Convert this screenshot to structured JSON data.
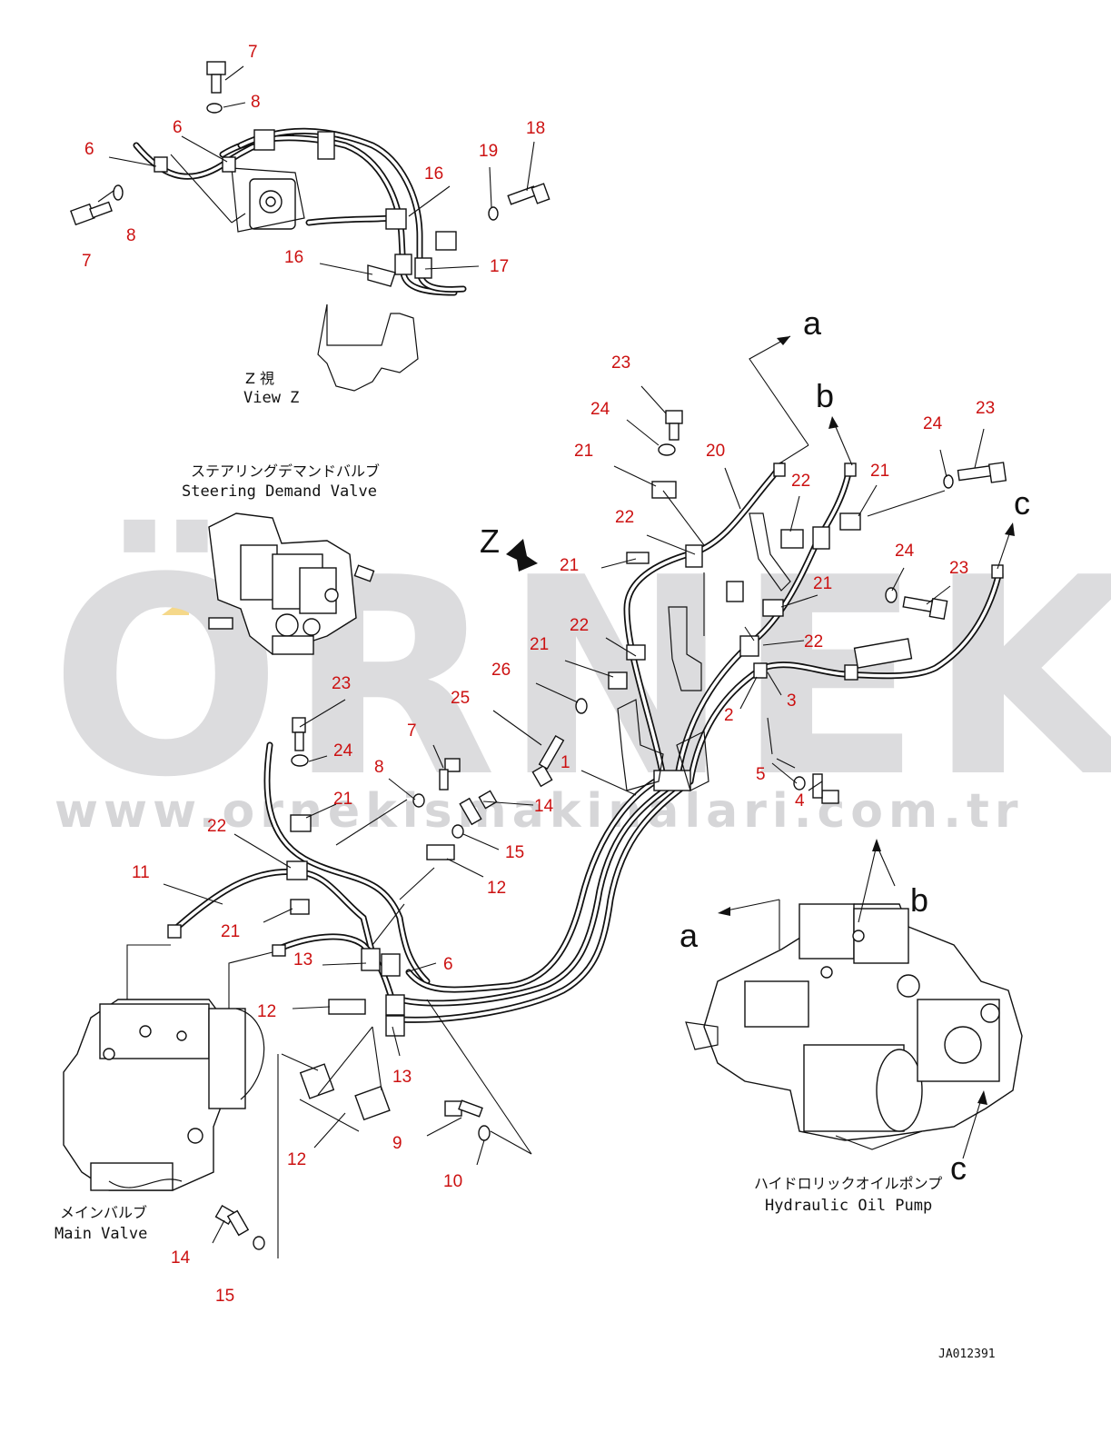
{
  "watermark": {
    "brand": "ÖRNEK",
    "url": "www.ornekismakinalari.com.tr",
    "accent_color": "#f5d88a"
  },
  "captions": {
    "view_z_jp": "Z 視",
    "view_z_en": "View Z",
    "steering_jp": "ステアリングデマンドバルブ",
    "steering_en": "Steering Demand Valve",
    "main_valve_jp": "メインバルブ",
    "main_valve_en": "Main Valve",
    "pump_jp": "ハイドロリックオイルポンプ",
    "pump_en": "Hydraulic Oil Pump",
    "drawing_code": "JA012391"
  },
  "view_letters": {
    "z": "Z",
    "a": "a",
    "b": "b",
    "c": "c"
  },
  "callouts": [
    "1",
    "2",
    "3",
    "4",
    "5",
    "6",
    "7",
    "8",
    "9",
    "10",
    "11",
    "12",
    "13",
    "14",
    "15",
    "16",
    "17",
    "18",
    "19",
    "20",
    "21",
    "22",
    "23",
    "24",
    "25",
    "26"
  ],
  "colors": {
    "callout": "#cc1111",
    "line": "#111111",
    "watermark": "#dcdcde"
  }
}
